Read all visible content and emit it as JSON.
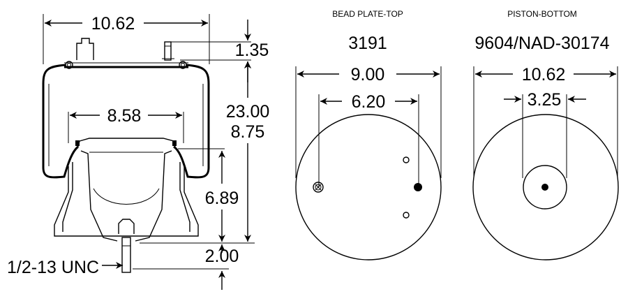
{
  "side_view": {
    "top_width": "10.62",
    "stud_height": "1.35",
    "max_height": "23.00",
    "min_height": "8.75",
    "inner_width": "8.58",
    "piston_height": "6.89",
    "bottom_offset": "2.00",
    "thread": "1/2-13 UNC"
  },
  "bead_plate": {
    "heading": "BEAD PLATE-TOP",
    "part_number": "3191",
    "diameter": "9.00",
    "stud_spacing": "6.20"
  },
  "piston": {
    "heading": "PISTON-BOTTOM",
    "part_number": "9604/NAD-30174",
    "diameter": "10.62",
    "center_diameter": "3.25"
  }
}
